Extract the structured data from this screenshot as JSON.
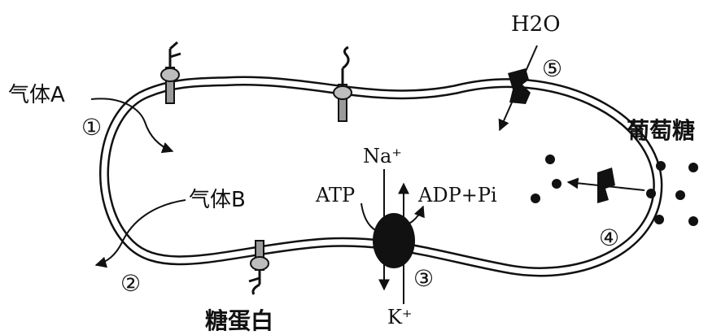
{
  "labels": {
    "gas_a": "气体A",
    "gas_b": "气体B",
    "water": "H2O",
    "glucose": "葡萄糖",
    "sodium": "Na⁺",
    "potassium": "K⁺",
    "atp": "ATP",
    "adp_pi": "ADP+Pi",
    "glycoprotein": "糖蛋白"
  },
  "markers": {
    "m1": "①",
    "m2": "②",
    "m3": "③",
    "m4": "④",
    "m5": "⑤"
  }
}
